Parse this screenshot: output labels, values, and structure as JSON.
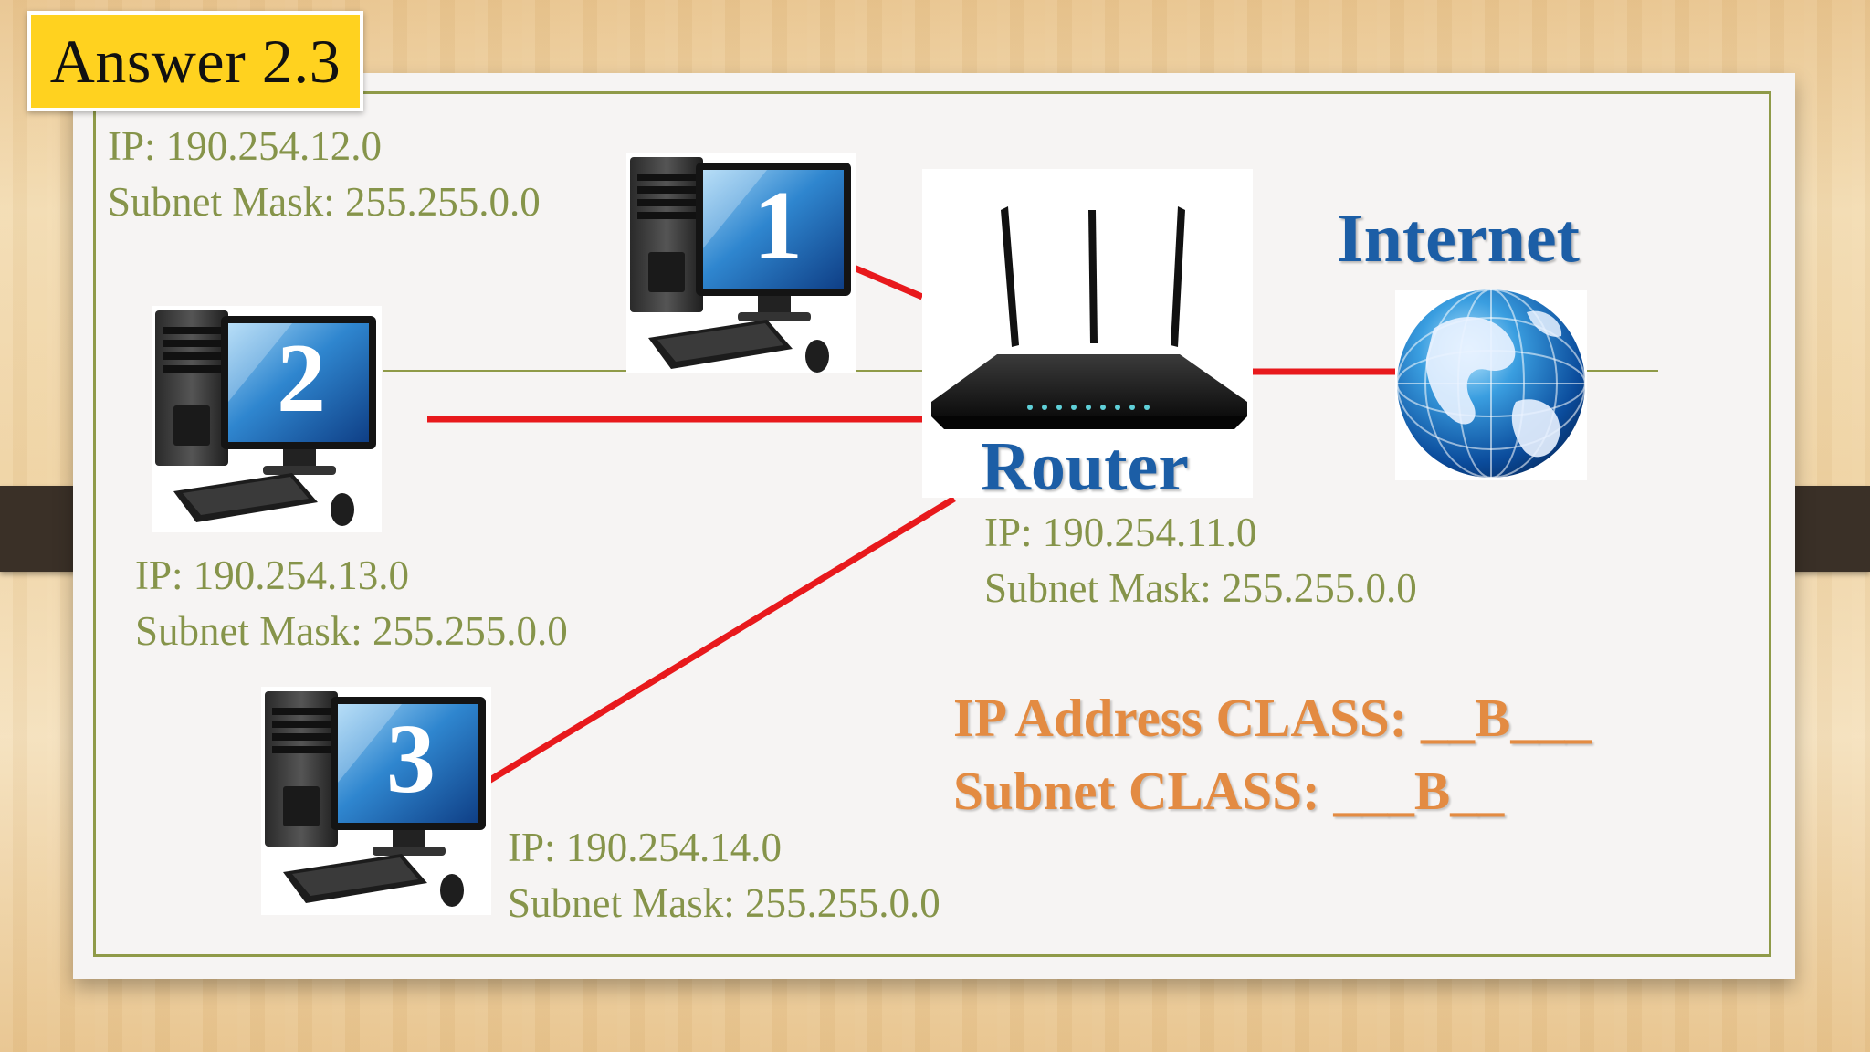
{
  "title": "Answer 2.3",
  "nodes": {
    "computer_1": {
      "number": "1",
      "ip": "IP: 190.254.12.0",
      "mask": "Subnet Mask: 255.255.0.0"
    },
    "computer_2": {
      "number": "2",
      "ip": "IP: 190.254.13.0",
      "mask": "Subnet Mask: 255.255.0.0"
    },
    "computer_3": {
      "number": "3",
      "ip": "IP: 190.254.14.0",
      "mask": "Subnet Mask: 255.255.0.0"
    },
    "router": {
      "label": "Router",
      "ip": "IP: 190.254.11.0",
      "mask": "Subnet Mask: 255.255.0.0"
    },
    "internet": {
      "label": "Internet"
    }
  },
  "answers": {
    "ip_class": "IP Address CLASS: __B___",
    "subnet_class": "Subnet CLASS: ___B__"
  },
  "colors": {
    "link": "#e8191c",
    "label_green": "#86944a",
    "label_blue": "#1c5ea6",
    "label_orange": "#e38b42",
    "title_bg": "#ffd21f"
  },
  "icons": [
    "desktop-computer-icon",
    "wifi-router-icon",
    "globe-icon"
  ]
}
